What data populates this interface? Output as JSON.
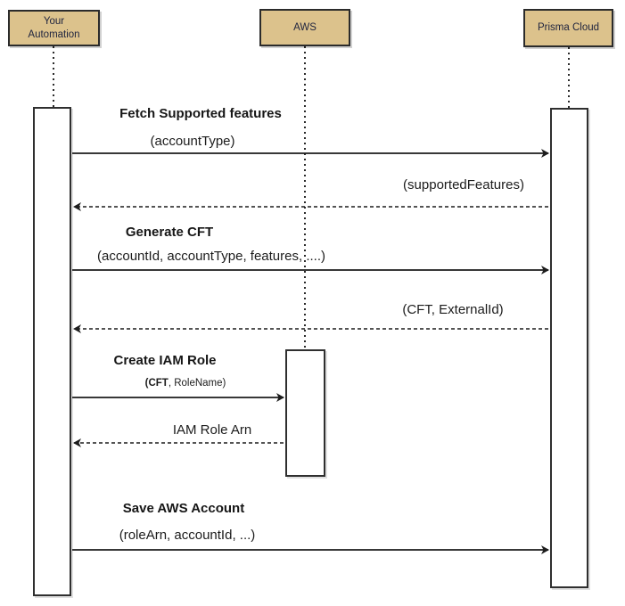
{
  "actors": [
    {
      "id": "your-automation",
      "label": "Your\nAutomation"
    },
    {
      "id": "aws",
      "label": "AWS"
    },
    {
      "id": "prisma-cloud",
      "label": "Prisma Cloud"
    }
  ],
  "messages": [
    {
      "title": "Fetch Supported features",
      "params": "(accountType)",
      "from": "Your Automation",
      "to": "Prisma Cloud",
      "style": "solid"
    },
    {
      "params": "(supportedFeatures)",
      "from": "Prisma Cloud",
      "to": "Your Automation",
      "style": "dashed"
    },
    {
      "title": "Generate CFT",
      "params": "(accountId, accountType, features, ....)",
      "from": "Your Automation",
      "to": "Prisma Cloud",
      "style": "solid"
    },
    {
      "params": "(CFT, ExternalId)",
      "from": "Prisma Cloud",
      "to": "Your Automation",
      "style": "dashed"
    },
    {
      "title": "Create IAM Role",
      "params_bold": "(CFT",
      "params_rest": ", RoleName)",
      "from": "Your Automation",
      "to": "AWS",
      "style": "solid"
    },
    {
      "params": "IAM Role Arn",
      "from": "AWS",
      "to": "Your Automation",
      "style": "dashed"
    },
    {
      "title": "Save AWS Account",
      "params": "(roleArn, accountId, ...)",
      "from": "Your Automation",
      "to": "Prisma Cloud",
      "style": "solid"
    }
  ],
  "colors": {
    "actor_fill": "#dcc28c",
    "actor_border": "#2b2b2b",
    "actor_text": "#20253f",
    "line": "#1c1c1c",
    "background": "#ffffff"
  }
}
